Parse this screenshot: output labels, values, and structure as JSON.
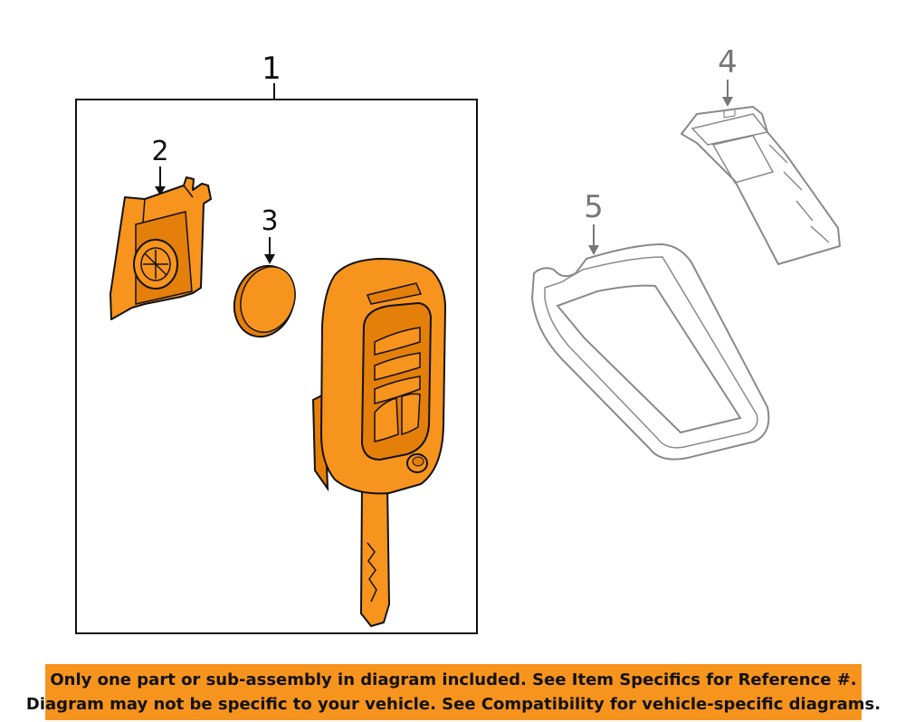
{
  "diagram": {
    "callouts": {
      "c1": "1",
      "c2": "2",
      "c3": "3",
      "c4": "4",
      "c5": "5"
    },
    "colors": {
      "highlight": "#f7941d",
      "highlight_dark": "#b85c00",
      "line": "#111111",
      "ghost": "#8a8a8a"
    },
    "parts": {
      "key_housing_cover": "part-2",
      "battery": "part-3",
      "flip_key_transmitter": "part-1",
      "receiver_module": "part-4",
      "remote_pocket": "part-5"
    }
  },
  "banner": {
    "line1": "Only one part or sub-assembly in diagram included. See Item Specifics for Reference #.",
    "line2": "Diagram may not be specific to your vehicle. See Compatibility for vehicle-specific diagrams."
  }
}
